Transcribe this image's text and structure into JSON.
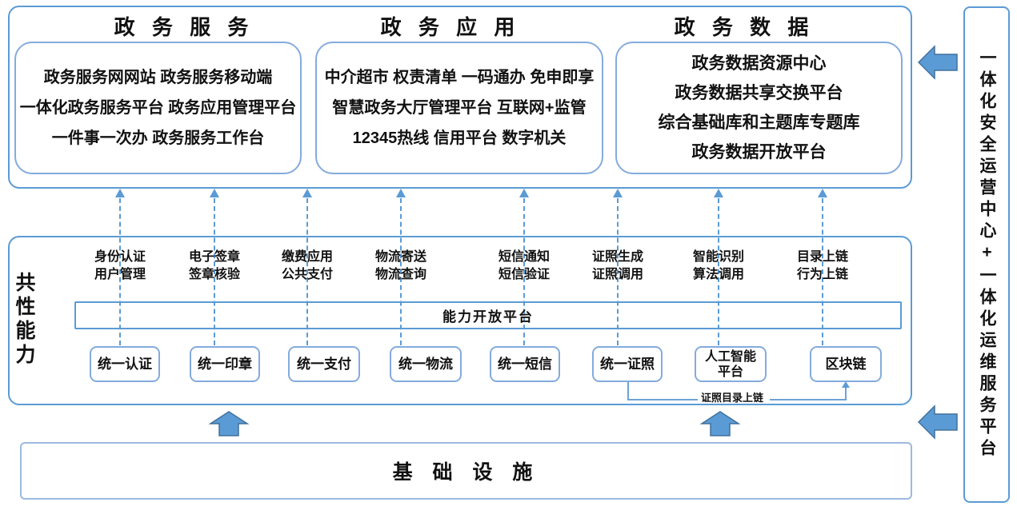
{
  "colors": {
    "accent": "#5b9bd5",
    "accent_dark": "#41719c",
    "border_light": "#84abdd"
  },
  "top_sections": [
    {
      "title": "政 务 服 务",
      "lines": [
        "政务服务网网站 政务服务移动端",
        "一体化政务服务平台 政务应用管理平台",
        "一件事一次办 政务服务工作台"
      ]
    },
    {
      "title": "政 务 应 用",
      "lines": [
        "中介超市 权责清单 一码通办 免申即享",
        "智慧政务大厅管理平台 互联网+监管",
        "12345热线 信用平台 数字机关"
      ]
    },
    {
      "title": "政 务 数 据",
      "lines": [
        "政务数据资源中心",
        "政务数据共享交换平台",
        "综合基础库和主题库专题库",
        "政务数据开放平台"
      ]
    }
  ],
  "middle": {
    "label": "共性能力",
    "open_platform": "能力开放平台",
    "connector_label": "证照目录上链",
    "columns": [
      {
        "label1": "身份认证",
        "label2": "用户管理",
        "box": "统一认证"
      },
      {
        "label1": "电子签章",
        "label2": "签章核验",
        "box": "统一印章"
      },
      {
        "label1": "缴费应用",
        "label2": "公共支付",
        "box": "统一支付"
      },
      {
        "label1": "物流寄送",
        "label2": "物流查询",
        "box": "统一物流"
      },
      {
        "label1": "短信通知",
        "label2": "短信验证",
        "box": "统一短信"
      },
      {
        "label1": "证照生成",
        "label2": "证照调用",
        "box": "统一证照"
      },
      {
        "label1": "智能识别",
        "label2": "算法调用",
        "box": "人工智能平台"
      },
      {
        "label1": "目录上链",
        "label2": "行为上链",
        "box": "区块链"
      }
    ]
  },
  "bottom": {
    "label": "基 础 设 施"
  },
  "right_bar": {
    "label": "一体化安全运营中心+一体化运维服务平台"
  }
}
